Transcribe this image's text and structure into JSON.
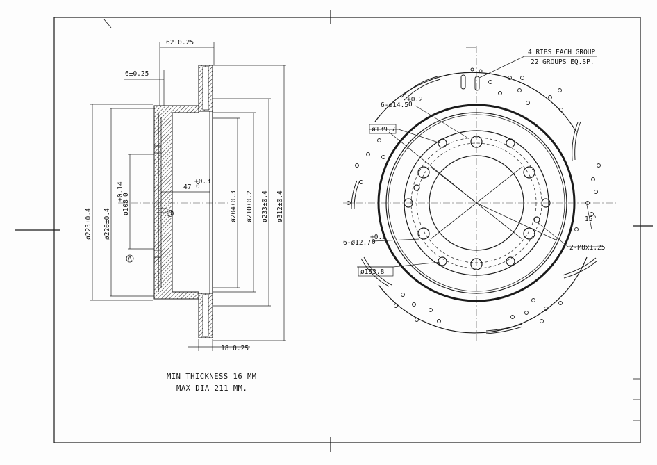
{
  "drawing": {
    "side_view": {
      "dimensions": {
        "total_width": "62±0.25",
        "flange_thickness": "6±0.25",
        "disc_thickness": "18±0.25",
        "offset": "47",
        "offset_tol_upper": "+0.3",
        "offset_tol_lower": "0",
        "dia_223": "ø223±0.4",
        "dia_220": "ø220±0.4",
        "dia_108": "ø108",
        "dia_108_tol_upper": "+0.14",
        "dia_108_tol_lower": "0",
        "dia_204": "ø204±0.3",
        "dia_210": "ø210±0.2",
        "dia_233": "ø233±0.4",
        "dia_312": "ø312±0.4"
      },
      "datum_a": "A",
      "datum_b": "B"
    },
    "front_view": {
      "rib_note_line1": "4 RIBS EACH GROUP",
      "rib_note_line2": "22 GROUPS EQ.SP.",
      "bolt_holes": "6-ø14.5",
      "bolt_holes_tol_upper": "+0.2",
      "bolt_holes_tol_lower": "0",
      "pcd_inner": "ø139.7",
      "pilot_holes": "6-ø12.7",
      "pilot_holes_tol_upper": "+0.2",
      "pilot_holes_tol_lower": "0",
      "pcd_outer": "ø153.8",
      "thread": "2-M8x1.25",
      "angle": "15°"
    },
    "notes": {
      "min_thickness": "MIN THICKNESS 16 MM",
      "max_dia": "MAX DIA 211 MM."
    }
  }
}
